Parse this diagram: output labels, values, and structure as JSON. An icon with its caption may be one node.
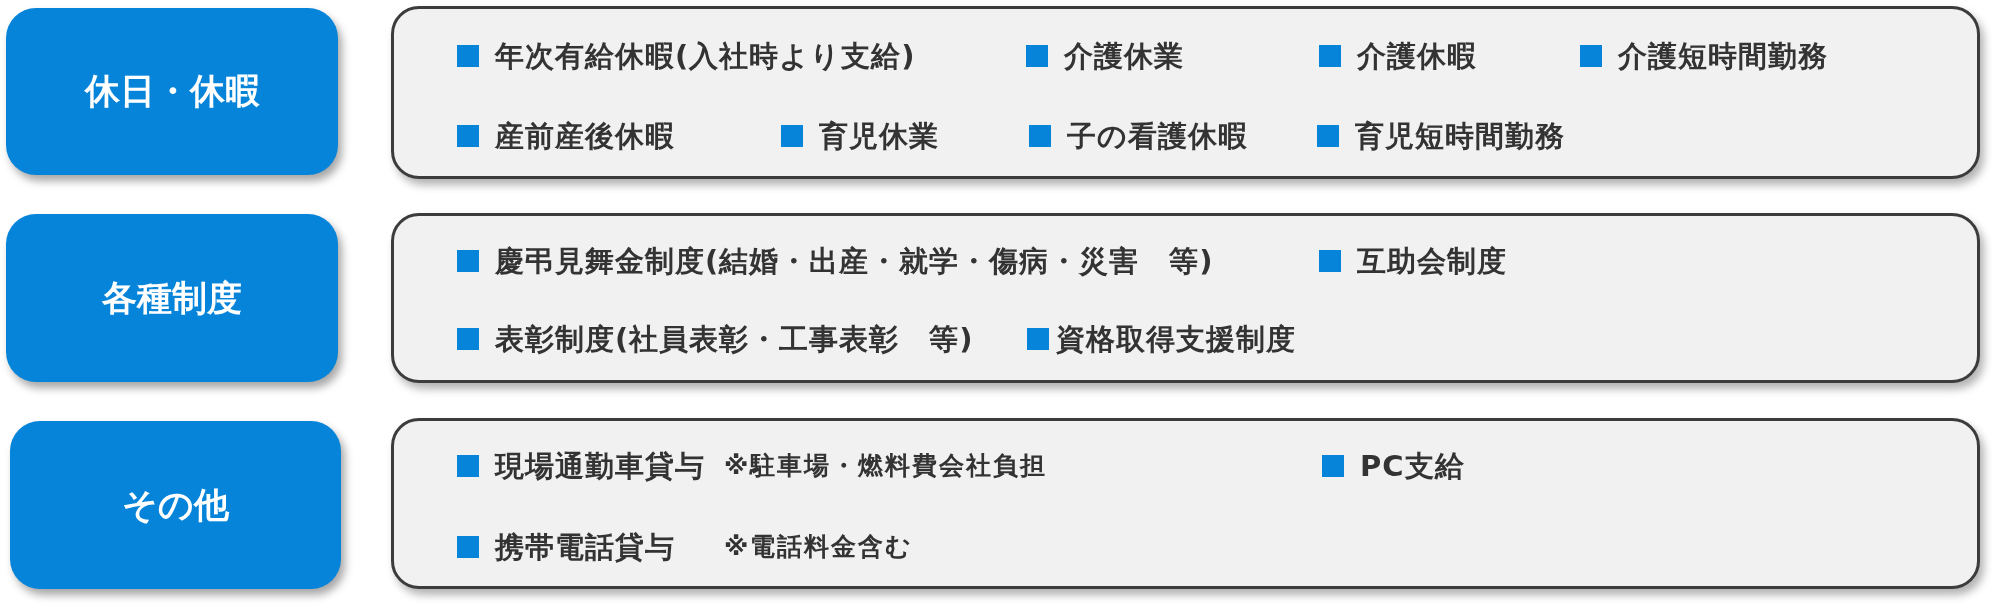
{
  "diagram": {
    "nodes": [
      {
        "text": [
          "休日・休暇"
        ]
      },
      {
        "text": [
          "年次有給休暇(入社時より支給)",
          "介護休業",
          "介護休暇",
          "介護短時間勤務",
          "産前産後休暇",
          "育児休業",
          "子の看護休暇",
          "育児短時間勤務"
        ]
      },
      {
        "text": [
          "各種制度"
        ]
      },
      {
        "text": [
          "慶弔見舞金制度(結婚・出産・就学・傷病・災害　等)",
          "互助会制度",
          "表彰制度(社員表彰・工事表彰　等)",
          "資格取得支援制度"
        ]
      },
      {
        "text": [
          "その他"
        ]
      },
      {
        "text": [
          "現場通勤車貸与",
          "※駐車場・燃料費会社負担",
          "PC支給",
          "携帯電話貸与",
          "※電話料金含む"
        ]
      }
    ]
  }
}
